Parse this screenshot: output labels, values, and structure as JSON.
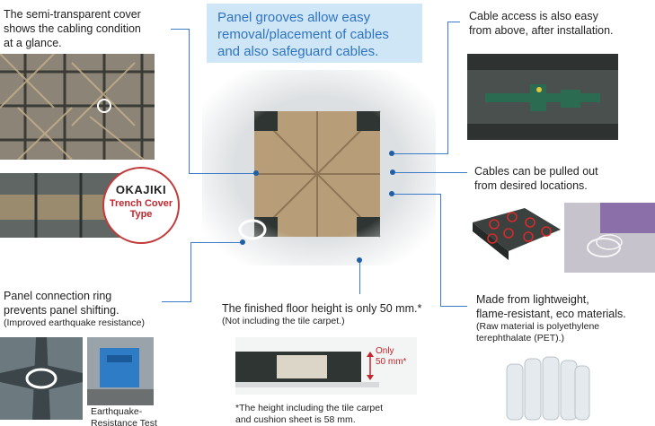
{
  "headline": {
    "line1": "Panel grooves allow easy",
    "line2": "removal/placement of cables",
    "line3": "and also safeguard cables."
  },
  "captions": {
    "cover": {
      "line1": "The semi-transparent cover",
      "line2": "shows the cabling condition",
      "line3": "at a glance."
    },
    "cable_access": {
      "line1": "Cable access is also easy",
      "line2": "from above, after installation."
    },
    "pulled_out": {
      "line1": "Cables can be pulled out",
      "line2": "from desired locations."
    },
    "ring": {
      "line1": "Panel connection ring",
      "line2": "prevents panel shifting.",
      "note": "(Improved earthquake resistance)"
    },
    "height": {
      "main": "The finished floor height is only 50 mm.*",
      "note": "(Not including the tile carpet.)"
    },
    "materials": {
      "line1": "Made from lightweight,",
      "line2": "flame-resistant, eco materials.",
      "note1": "(Raw material is polyethylene",
      "note2": "terephthalate (PET).)"
    },
    "quake_test": {
      "line1": "Earthquake-",
      "line2": "Resistance Test"
    },
    "footnote": {
      "line1": "*The height including the tile carpet",
      "line2": "and cushion sheet is 58 mm."
    },
    "dimension": {
      "line1": "Only",
      "line2": "50 mm*"
    }
  },
  "badge": {
    "brand": "OKAJIKI",
    "line1": "Trench Cover",
    "line2": "Type"
  },
  "colors": {
    "accent": "#2f74c1",
    "headline_bg": "#cfe6f7",
    "badge_red": "#c2272d",
    "leader": "#3b7bc8"
  }
}
